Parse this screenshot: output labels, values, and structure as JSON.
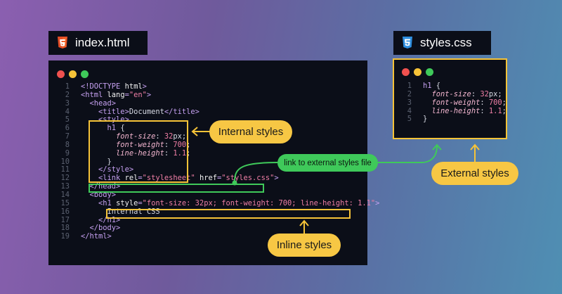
{
  "html_file": {
    "label": "index.html",
    "icon": "html5-icon",
    "lines": [
      {
        "n": "1",
        "parts": [
          [
            "tag",
            "<!DOCTYPE "
          ],
          [
            "attr",
            "html"
          ],
          [
            "tag",
            ">"
          ]
        ]
      },
      {
        "n": "2",
        "parts": [
          [
            "tag",
            "<html "
          ],
          [
            "attr",
            "lang"
          ],
          [
            "tag",
            "="
          ],
          [
            "str",
            "\"en\""
          ],
          [
            "tag",
            ">"
          ]
        ]
      },
      {
        "n": "3",
        "parts": [
          [
            "plain",
            "  "
          ],
          [
            "tag",
            "<head>"
          ]
        ]
      },
      {
        "n": "4",
        "parts": [
          [
            "plain",
            "    "
          ],
          [
            "tag",
            "<title>"
          ],
          [
            "plain",
            "Document"
          ],
          [
            "tag",
            "</title>"
          ]
        ]
      },
      {
        "n": "5",
        "parts": [
          [
            "plain",
            "    "
          ],
          [
            "tag",
            "<style>"
          ]
        ]
      },
      {
        "n": "6",
        "parts": [
          [
            "plain",
            "      "
          ],
          [
            "tag",
            "h1"
          ],
          [
            "plain",
            " {"
          ]
        ]
      },
      {
        "n": "7",
        "parts": [
          [
            "plain",
            "        "
          ],
          [
            "prop",
            "font-size"
          ],
          [
            "plain",
            ": "
          ],
          [
            "num",
            "32"
          ],
          [
            "plain",
            "px;"
          ]
        ]
      },
      {
        "n": "8",
        "parts": [
          [
            "plain",
            "        "
          ],
          [
            "prop",
            "font-weight"
          ],
          [
            "plain",
            ": "
          ],
          [
            "num",
            "700"
          ],
          [
            "plain",
            ";"
          ]
        ]
      },
      {
        "n": "9",
        "parts": [
          [
            "plain",
            "        "
          ],
          [
            "prop",
            "line-height"
          ],
          [
            "plain",
            ": "
          ],
          [
            "num",
            "1.1"
          ],
          [
            "plain",
            ";"
          ]
        ]
      },
      {
        "n": "10",
        "parts": [
          [
            "plain",
            "      }"
          ]
        ]
      },
      {
        "n": "11",
        "parts": [
          [
            "plain",
            "    "
          ],
          [
            "tag",
            "</style>"
          ]
        ]
      },
      {
        "n": "12",
        "parts": [
          [
            "plain",
            "    "
          ],
          [
            "tag",
            "<link "
          ],
          [
            "attr",
            "rel"
          ],
          [
            "tag",
            "="
          ],
          [
            "str",
            "\"stylesheet\""
          ],
          [
            "plain",
            " "
          ],
          [
            "attr",
            "href"
          ],
          [
            "tag",
            "="
          ],
          [
            "str",
            "\"styles.css\""
          ],
          [
            "tag",
            ">"
          ]
        ]
      },
      {
        "n": "13",
        "parts": [
          [
            "plain",
            "  "
          ],
          [
            "tag",
            "</head>"
          ]
        ]
      },
      {
        "n": "14",
        "parts": [
          [
            "plain",
            "  "
          ],
          [
            "tag",
            "<body>"
          ]
        ]
      },
      {
        "n": "15",
        "parts": [
          [
            "plain",
            "    "
          ],
          [
            "tag",
            "<h1 "
          ],
          [
            "attr",
            "style"
          ],
          [
            "tag",
            "="
          ],
          [
            "str",
            "\"font-size: 32px; font-weight: 700; line-height: 1.1\""
          ],
          [
            "tag",
            ">"
          ]
        ]
      },
      {
        "n": "16",
        "parts": [
          [
            "plain",
            "      Internal CSS"
          ]
        ]
      },
      {
        "n": "17",
        "parts": [
          [
            "plain",
            "    "
          ],
          [
            "tag",
            "</h1>"
          ]
        ]
      },
      {
        "n": "18",
        "parts": [
          [
            "plain",
            "  "
          ],
          [
            "tag",
            "</body>"
          ]
        ]
      },
      {
        "n": "19",
        "parts": [
          [
            "tag",
            "</html>"
          ]
        ]
      }
    ]
  },
  "css_file": {
    "label": "styles.css",
    "icon": "css3-icon",
    "lines": [
      {
        "n": "1",
        "parts": [
          [
            "tag",
            "h1"
          ],
          [
            "plain",
            " {"
          ]
        ]
      },
      {
        "n": "2",
        "parts": [
          [
            "plain",
            "  "
          ],
          [
            "prop",
            "font-size"
          ],
          [
            "plain",
            ": "
          ],
          [
            "num",
            "32"
          ],
          [
            "plain",
            "px;"
          ]
        ]
      },
      {
        "n": "3",
        "parts": [
          [
            "plain",
            "  "
          ],
          [
            "prop",
            "font-weight"
          ],
          [
            "plain",
            ": "
          ],
          [
            "num",
            "700"
          ],
          [
            "plain",
            ";"
          ]
        ]
      },
      {
        "n": "4",
        "parts": [
          [
            "plain",
            "  "
          ],
          [
            "prop",
            "line-height"
          ],
          [
            "plain",
            ": "
          ],
          [
            "num",
            "1.1"
          ],
          [
            "plain",
            ";"
          ]
        ]
      },
      {
        "n": "5",
        "parts": [
          [
            "plain",
            "}"
          ]
        ]
      }
    ]
  },
  "callouts": {
    "internal": "Internal styles",
    "link": "link to external styles file",
    "external": "External styles",
    "inline": "Inline styles"
  },
  "colors": {
    "dot_red": "#f0514f",
    "dot_yellow": "#f6c338",
    "dot_green": "#3fc95a",
    "highlight_yellow": "#f6c338",
    "highlight_green": "#3fc95a",
    "html5_orange": "#e44d26",
    "css3_blue": "#2f8fe0"
  }
}
